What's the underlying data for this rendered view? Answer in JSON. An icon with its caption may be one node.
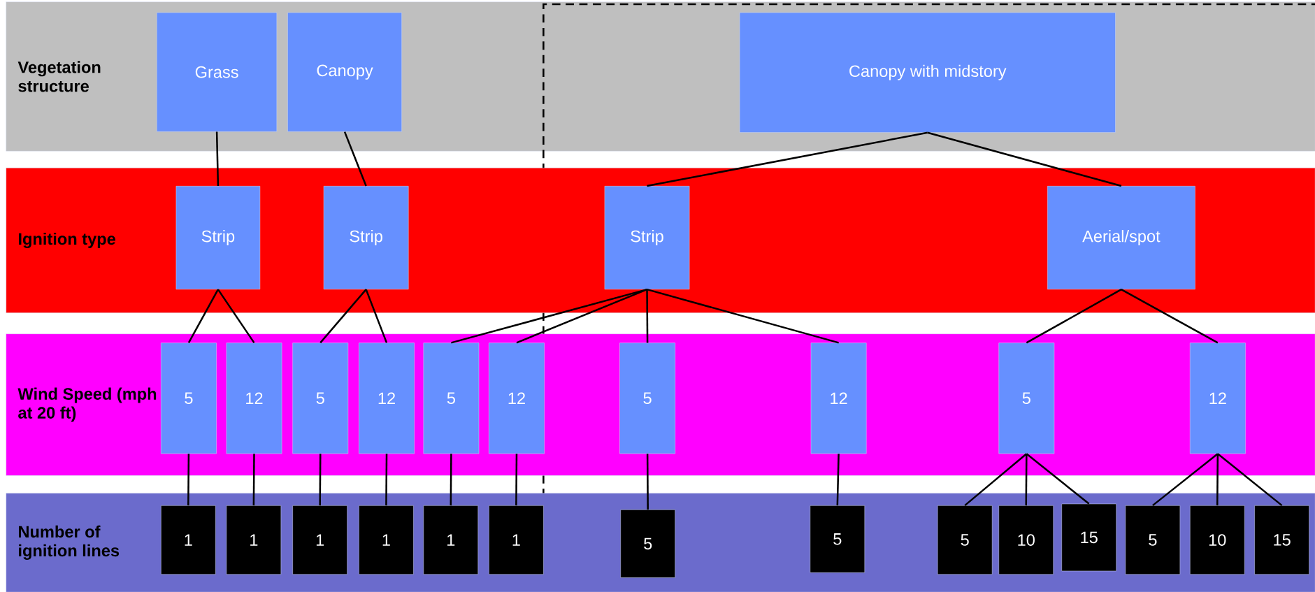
{
  "diagram": {
    "nodes": [
      {
        "text": [
          "Vegetation structure"
        ]
      },
      {
        "text": [
          "Grass"
        ],
        "in": 0
      },
      {
        "text": [
          "Canopy"
        ],
        "in": 0
      },
      {
        "text": [
          "Canopy with midstory"
        ],
        "in": 0
      },
      {
        "text": [
          "Ignition type"
        ]
      },
      {
        "text": [
          "Strip"
        ],
        "in": 4
      },
      {
        "text": [
          "Strip"
        ],
        "in": 4
      },
      {
        "text": [
          "Strip"
        ],
        "in": 4
      },
      {
        "text": [
          "Aerial/spot"
        ],
        "in": 4
      },
      {
        "text": [
          "Wind Speed (mph at 20 ft)"
        ]
      },
      {
        "text": [
          "5"
        ],
        "in": 9
      },
      {
        "text": [
          "12"
        ],
        "in": 9
      },
      {
        "text": [
          "5"
        ],
        "in": 9
      },
      {
        "text": [
          "12"
        ],
        "in": 9
      },
      {
        "text": [
          "5"
        ],
        "in": 9
      },
      {
        "text": [
          "12"
        ],
        "in": 9
      },
      {
        "text": [
          "5"
        ],
        "in": 9
      },
      {
        "text": [
          "12"
        ],
        "in": 9
      },
      {
        "text": [
          "5"
        ],
        "in": 9
      },
      {
        "text": [
          "12"
        ],
        "in": 9
      },
      {
        "text": [
          "Number of ignition lines"
        ]
      },
      {
        "text": [
          "1"
        ],
        "in": 20
      },
      {
        "text": [
          "1"
        ],
        "in": 20
      },
      {
        "text": [
          "1"
        ],
        "in": 20
      },
      {
        "text": [
          "1"
        ],
        "in": 20
      },
      {
        "text": [
          "1"
        ],
        "in": 20
      },
      {
        "text": [
          "1"
        ],
        "in": 20
      },
      {
        "text": [
          "5"
        ],
        "in": 20
      },
      {
        "text": [
          "5"
        ],
        "in": 20
      },
      {
        "text": [
          "5"
        ],
        "in": 20
      },
      {
        "text": [
          "10"
        ],
        "in": 20
      },
      {
        "text": [
          "15"
        ],
        "in": 20
      },
      {
        "text": [
          "5"
        ],
        "in": 20
      },
      {
        "text": [
          "10"
        ],
        "in": 20
      },
      {
        "text": [
          "15"
        ],
        "in": 20
      }
    ],
    "edges": [
      {
        "from": 1,
        "to": 5,
        "arrow": "none"
      },
      {
        "from": 2,
        "to": 6,
        "arrow": "none"
      },
      {
        "from": 3,
        "to": 7,
        "arrow": "none"
      },
      {
        "from": 3,
        "to": 8,
        "arrow": "none"
      },
      {
        "from": 5,
        "to": 10,
        "arrow": "none"
      },
      {
        "from": 5,
        "to": 11,
        "arrow": "none"
      },
      {
        "from": 6,
        "to": 12,
        "arrow": "none"
      },
      {
        "from": 6,
        "to": 13,
        "arrow": "none"
      },
      {
        "from": 7,
        "to": 14,
        "arrow": "none"
      },
      {
        "from": 7,
        "to": 15,
        "arrow": "none"
      },
      {
        "from": 7,
        "to": 16,
        "arrow": "none"
      },
      {
        "from": 7,
        "to": 17,
        "arrow": "none"
      },
      {
        "from": 8,
        "to": 18,
        "arrow": "none"
      },
      {
        "from": 8,
        "to": 19,
        "arrow": "none"
      },
      {
        "from": 10,
        "to": 21,
        "arrow": "none"
      },
      {
        "from": 11,
        "to": 22,
        "arrow": "none"
      },
      {
        "from": 12,
        "to": 23,
        "arrow": "none"
      },
      {
        "from": 13,
        "to": 24,
        "arrow": "none"
      },
      {
        "from": 14,
        "to": 25,
        "arrow": "none"
      },
      {
        "from": 15,
        "to": 26,
        "arrow": "none"
      },
      {
        "from": 16,
        "to": 27,
        "arrow": "none"
      },
      {
        "from": 17,
        "to": 28,
        "arrow": "none"
      },
      {
        "from": 18,
        "to": 29,
        "arrow": "none"
      },
      {
        "from": 18,
        "to": 30,
        "arrow": "none"
      },
      {
        "from": 18,
        "to": 31,
        "arrow": "none"
      },
      {
        "from": 19,
        "to": 32,
        "arrow": "none"
      },
      {
        "from": 19,
        "to": 33,
        "arrow": "none"
      },
      {
        "from": 19,
        "to": 34,
        "arrow": "none"
      }
    ]
  }
}
